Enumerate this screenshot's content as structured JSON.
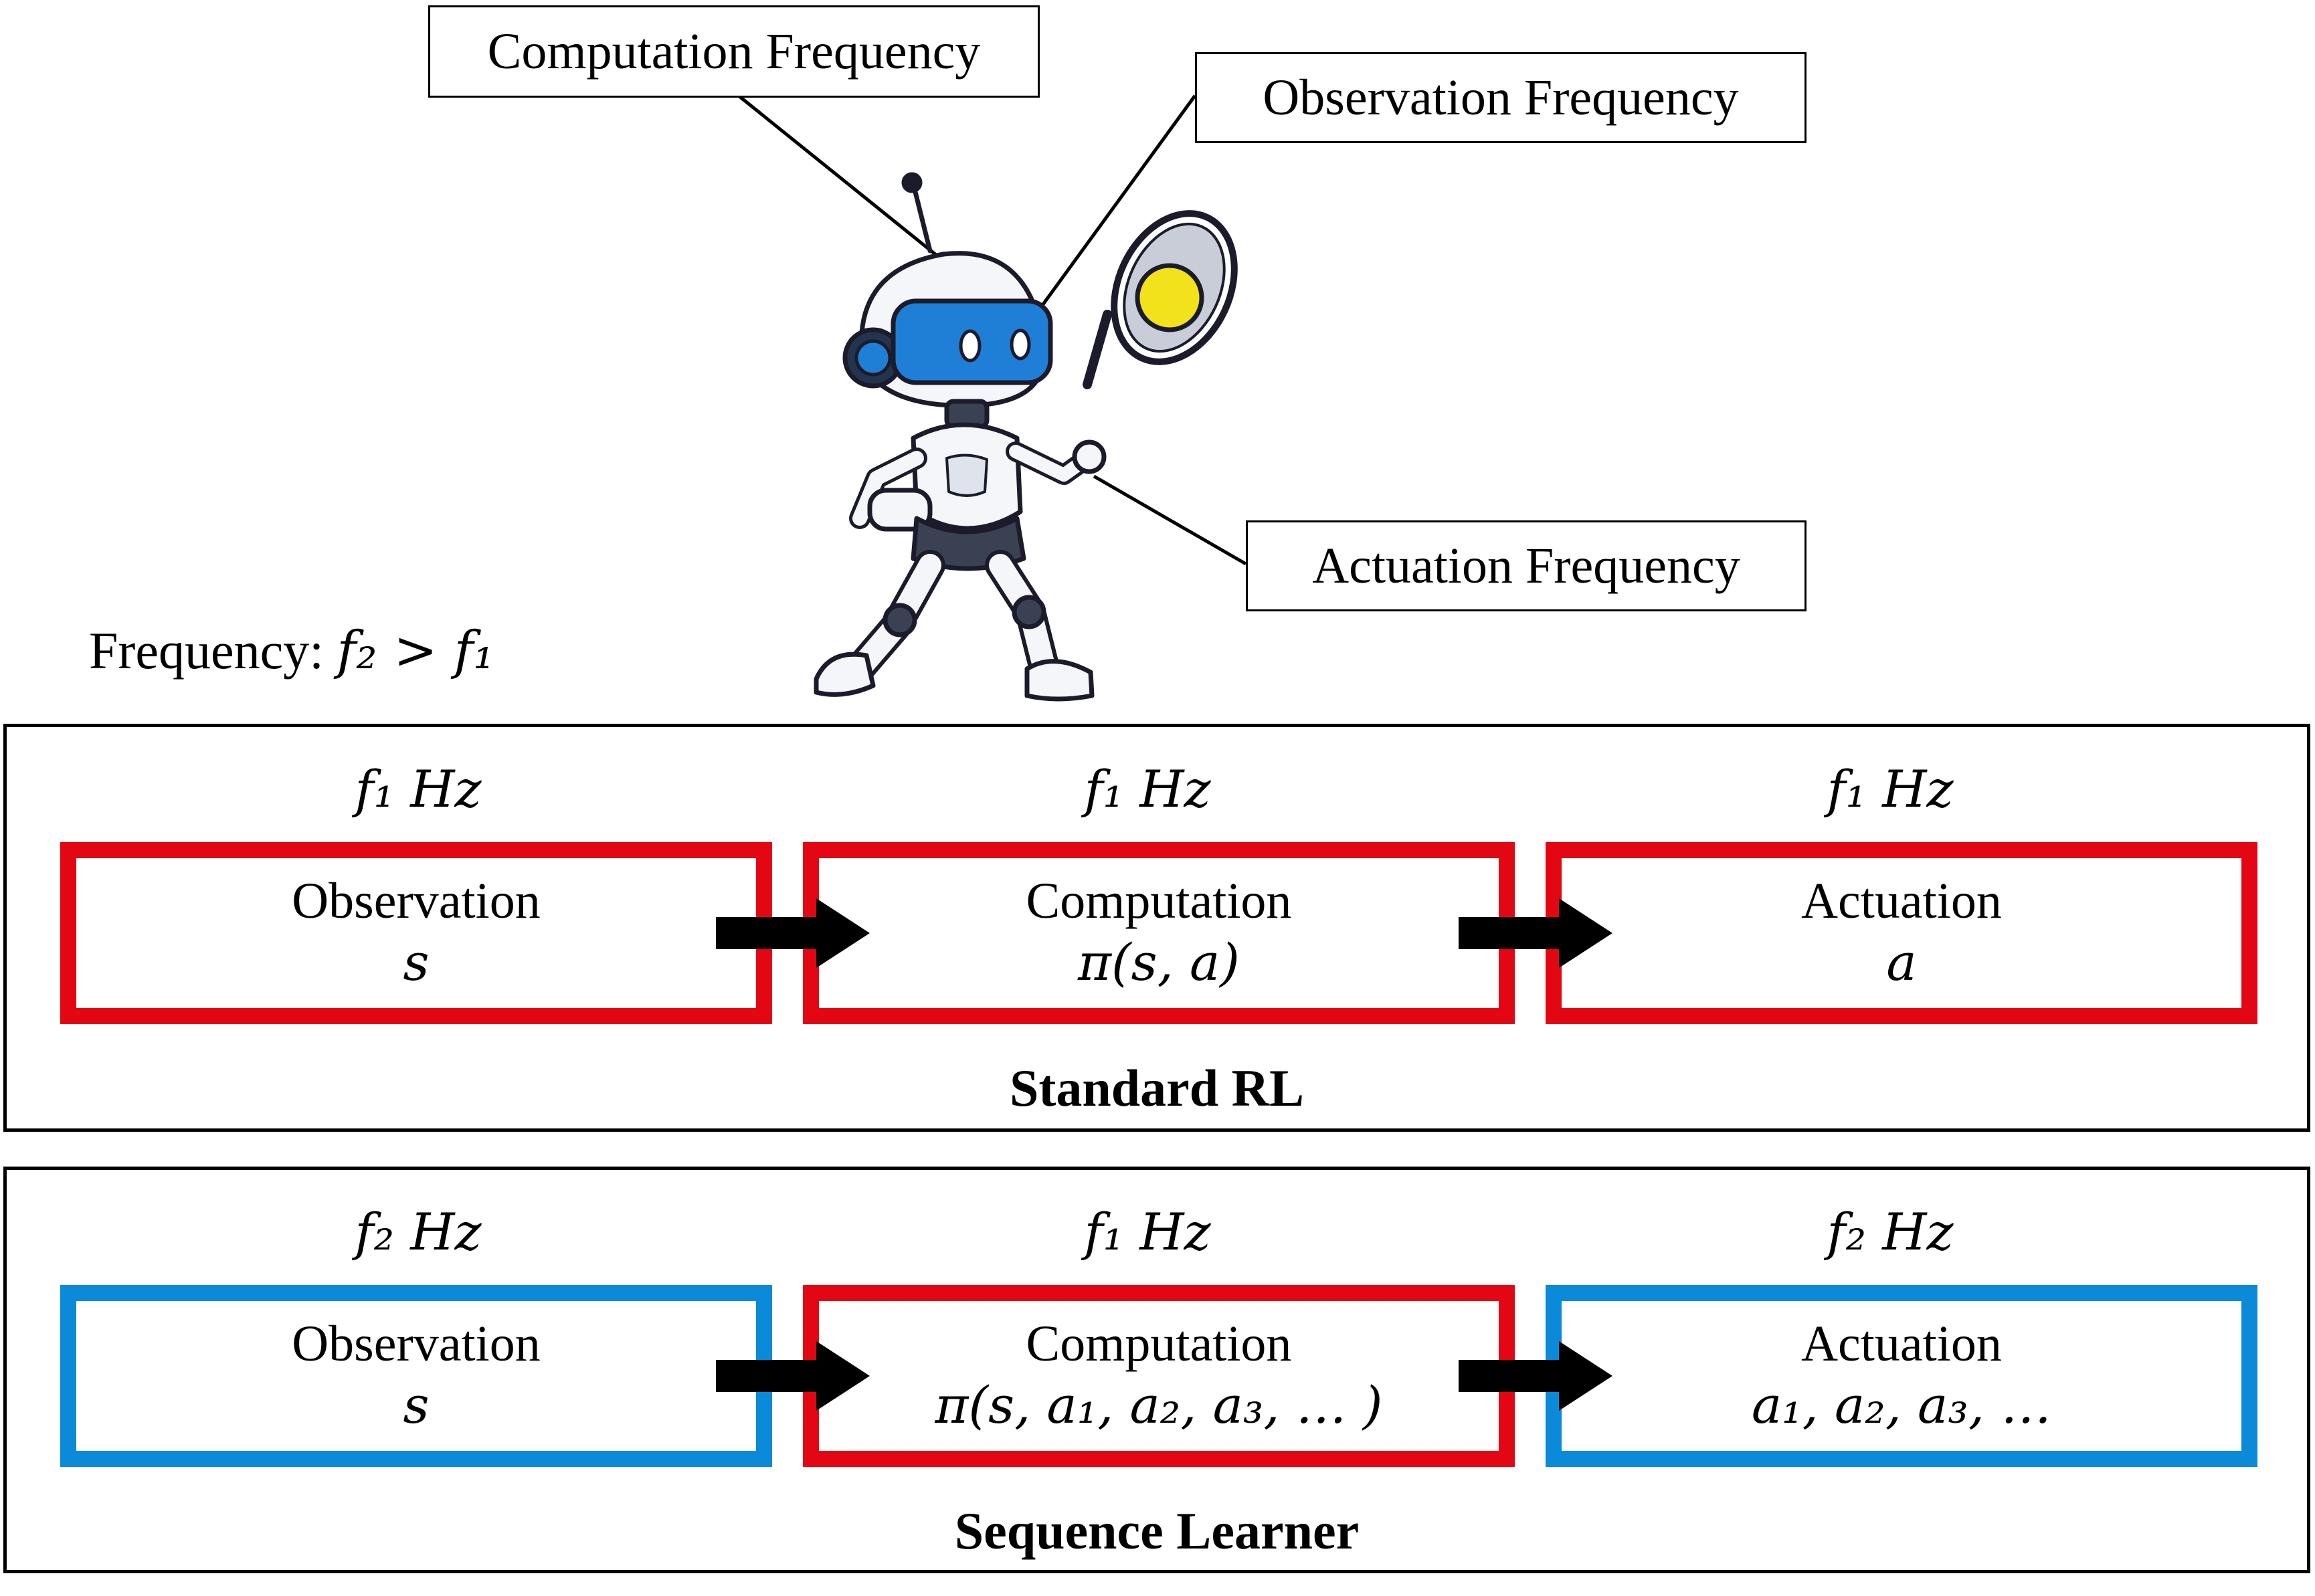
{
  "callouts": {
    "computation": "Computation Frequency",
    "observation": "Observation Frequency",
    "actuation": "Actuation Frequency"
  },
  "legend": {
    "prefix": "Frequency: ",
    "expression": "f₂ > f₁"
  },
  "panels": [
    {
      "caption": "Standard RL",
      "stages": [
        {
          "freq": "f₁ Hz",
          "title": "Observation",
          "formula": "s",
          "color": "#e30613"
        },
        {
          "freq": "f₁ Hz",
          "title": "Computation",
          "formula": "π(s, a)",
          "color": "#e30613"
        },
        {
          "freq": "f₁ Hz",
          "title": "Actuation",
          "formula": "a",
          "color": "#e30613"
        }
      ]
    },
    {
      "caption": "Sequence Learner",
      "stages": [
        {
          "freq": "f₂ Hz",
          "title": "Observation",
          "formula": "s",
          "color": "#0a8ad8"
        },
        {
          "freq": "f₁ Hz",
          "title": "Computation",
          "formula": "π(s, a₁, a₂, a₃, … )",
          "color": "#e30613"
        },
        {
          "freq": "f₂ Hz",
          "title": "Actuation",
          "formula": "a₁, a₂, a₃, …",
          "color": "#0a8ad8"
        }
      ]
    }
  ],
  "colors": {
    "red": "#e30613",
    "blue": "#0a8ad8",
    "robot_visor": "#1f7fd6",
    "ball": "#f2e21c"
  },
  "illustration": "robot-tennis-player"
}
